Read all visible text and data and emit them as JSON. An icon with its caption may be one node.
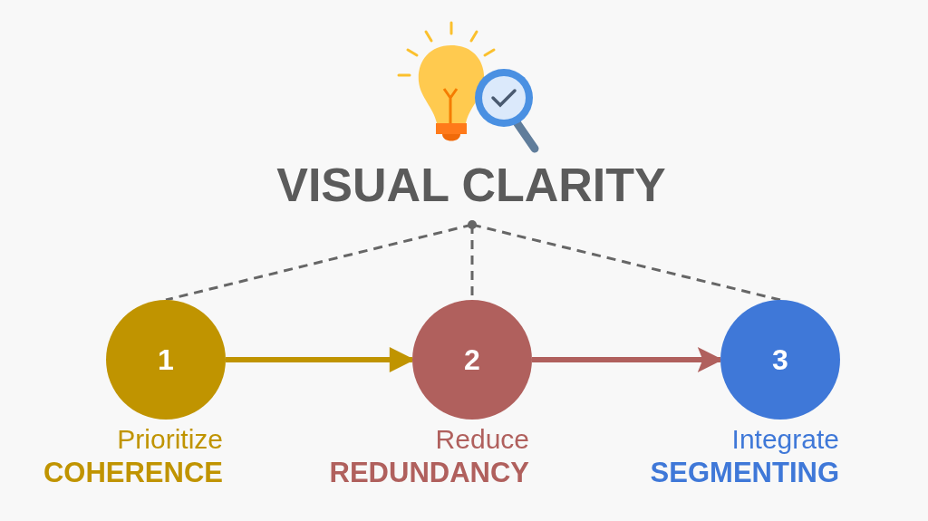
{
  "diagram": {
    "title": "VISUAL CLARITY",
    "nodes": [
      {
        "text": [],
        "shape": "circle"
      },
      {
        "text": [
          "1"
        ],
        "beside": [
          "Prioritize",
          "COHERENCE"
        ]
      },
      {
        "text": [
          "2"
        ],
        "beside": [
          "Reduce",
          "REDUNDANCY"
        ]
      },
      {
        "text": [
          "3"
        ],
        "beside": [
          "Integrate",
          "SEGMENTING"
        ]
      }
    ],
    "edges": [
      {
        "from": 0,
        "to": 1,
        "arrow": "none",
        "style": "dashed"
      },
      {
        "from": 0,
        "to": 2,
        "arrow": "none",
        "style": "dashed"
      },
      {
        "from": 0,
        "to": 3,
        "arrow": "none",
        "style": "dashed"
      },
      {
        "from": 1,
        "to": 2,
        "arrow": "to",
        "color": "#c09400",
        "style": "thick"
      },
      {
        "from": 2,
        "to": 3,
        "arrow": "to",
        "color": "#b0605d",
        "style": "thick"
      }
    ]
  }
}
